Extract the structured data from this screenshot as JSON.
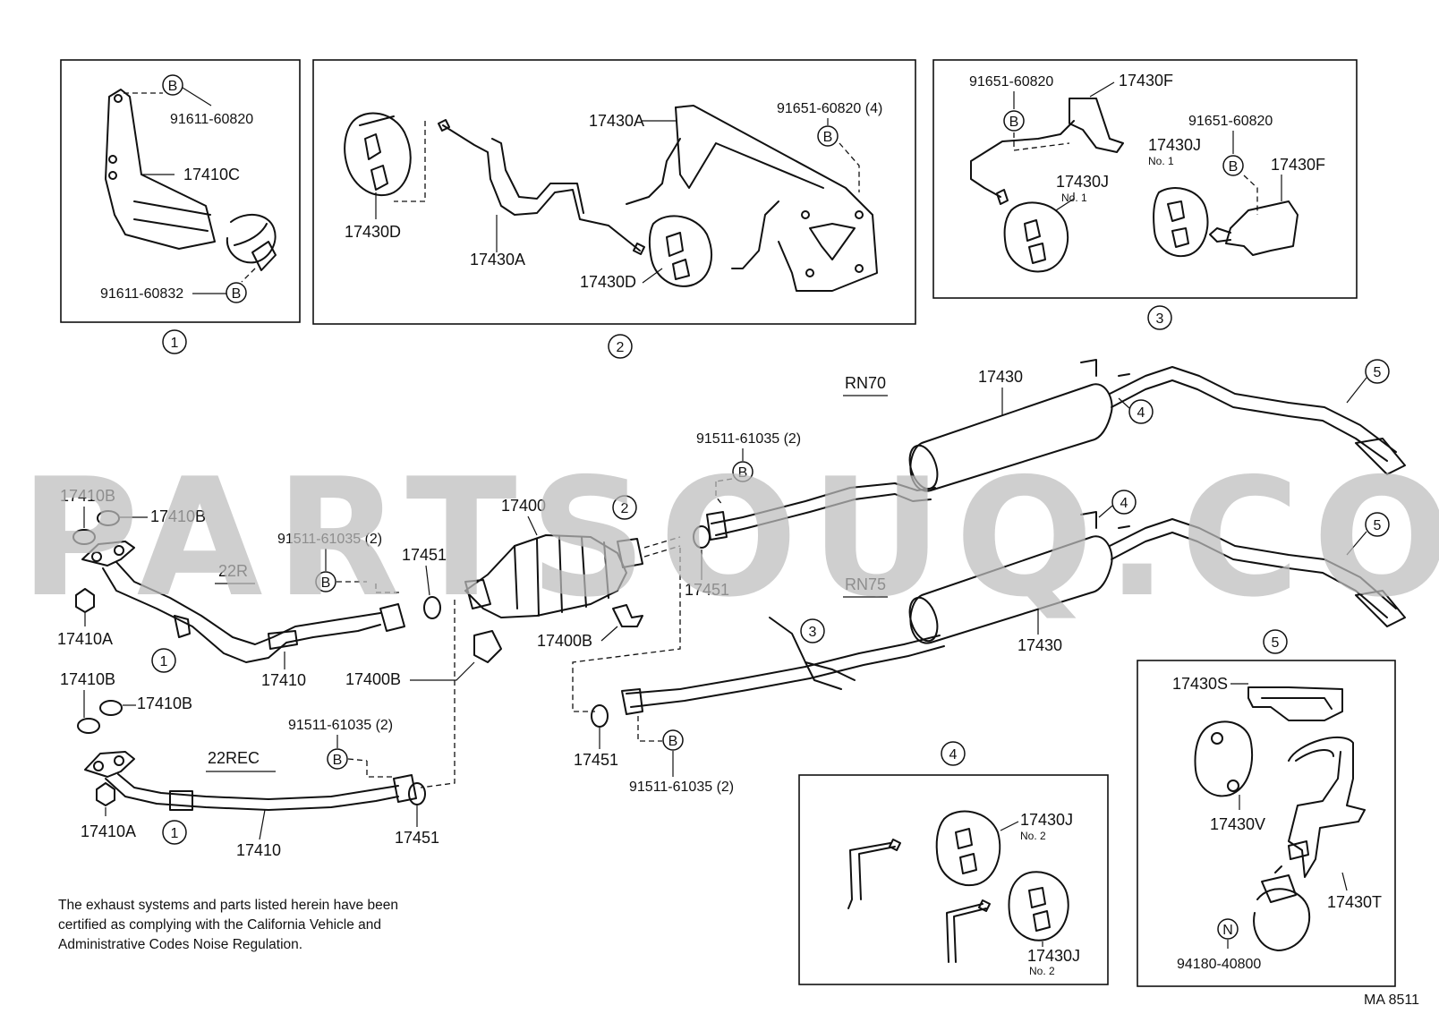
{
  "watermark": "PARTSOUQ.COM",
  "diagram_code": "MA 8511",
  "note_lines": [
    "The exhaust systems and parts listed herein have been",
    "certified as complying with the California Vehicle and",
    "Administrative Codes Noise Regulation."
  ],
  "panels": {
    "p1": {
      "num": "1",
      "labels": {
        "b1": "91611-60820",
        "bracket": "17410C",
        "b2": "91611-60832"
      }
    },
    "p2": {
      "num": "2",
      "labels": {
        "b1": "91651-60820 (4)",
        "hanger_a1": "17430A",
        "hanger_a2": "17430A",
        "rubber1": "17430D",
        "rubber2": "17430D"
      }
    },
    "p3": {
      "num": "3",
      "labels": {
        "b1": "91651-60820",
        "b2": "91651-60820",
        "f1": "17430F",
        "f2": "17430F",
        "j1": "17430J",
        "j1_sub": "No. 1",
        "j2": "17430J",
        "j2_sub": "No. 1"
      }
    },
    "p4": {
      "num": "4",
      "labels": {
        "j1": "17430J",
        "j1_sub": "No. 2",
        "j2": "17430J",
        "j2_sub": "No. 2"
      }
    },
    "p5": {
      "num": "5",
      "labels": {
        "s": "17430S",
        "v": "17430V",
        "t": "17430T",
        "clamp": "94180-40800"
      }
    }
  },
  "badges": {
    "b": "B",
    "n": "N"
  },
  "main": {
    "engine_22r": "22R",
    "engine_22rec": "22REC",
    "rn70": "RN70",
    "rn75": "RN75",
    "gasket_b1": "17410B",
    "gasket_b2": "17410B",
    "gasket_b3": "17410B",
    "gasket_b4": "17410B",
    "nut_a1": "17410A",
    "nut_a2": "17410A",
    "pipe_22r": "17410",
    "pipe_22rec": "17410",
    "bolt_22r": "91511-61035 (2)",
    "bolt_22rec": "91511-61035 (2)",
    "bolt_conv": "91511-61035 (2)",
    "bolt_bottom": "91511-61035 (2)",
    "ring_1": "17451",
    "ring_2": "17451",
    "ring_3": "17451",
    "ring_4": "17451",
    "converter": "17400",
    "conv_bracket_1": "17400B",
    "conv_bracket_2": "17400B",
    "muffler_1": "17430",
    "muffler_2": "17430",
    "ref_1a": "1",
    "ref_1b": "1",
    "ref_2": "2",
    "ref_3": "3",
    "ref_4a": "4",
    "ref_4b": "4",
    "ref_5a": "5",
    "ref_5b": "5"
  }
}
